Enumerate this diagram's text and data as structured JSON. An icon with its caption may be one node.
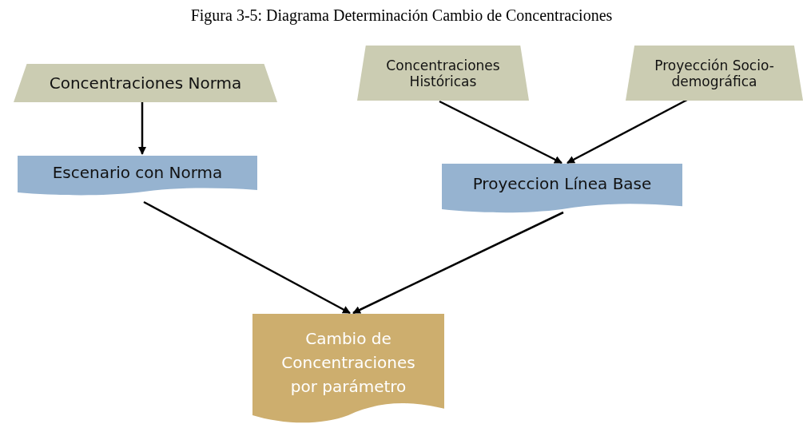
{
  "diagram": {
    "title": "Figura 3-5: Diagrama Determinación Cambio de Concentraciones",
    "nodes": [
      {
        "text": [
          "Concentraciones Norma"
        ]
      },
      {
        "text": [
          "Concentraciones Históricas"
        ]
      },
      {
        "text": [
          "Proyección Socio-demográfica"
        ]
      },
      {
        "text": [
          "Escenario con Norma"
        ]
      },
      {
        "text": [
          "Proyeccion Línea Base"
        ]
      },
      {
        "text": [
          "Cambio de Concentraciones por parámetro"
        ]
      }
    ],
    "edges": [
      {
        "from": 0,
        "to": 3,
        "arrow": "to"
      },
      {
        "from": 1,
        "to": 4,
        "arrow": "to"
      },
      {
        "from": 2,
        "to": 4,
        "arrow": "to"
      },
      {
        "from": 3,
        "to": 5,
        "arrow": "to"
      },
      {
        "from": 4,
        "to": 5,
        "arrow": "to"
      }
    ]
  }
}
